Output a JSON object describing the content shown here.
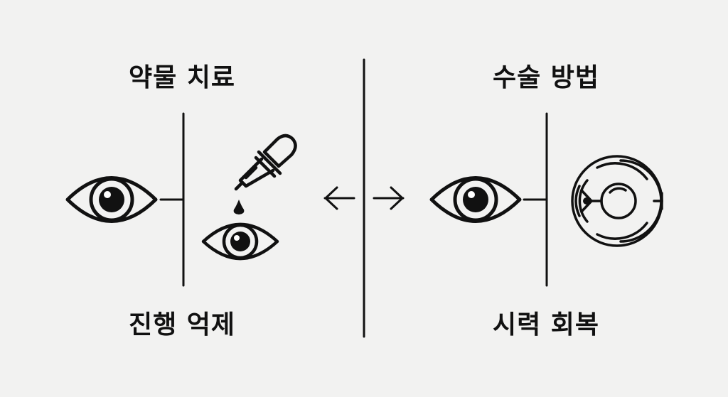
{
  "left": {
    "heading": "약물 치료",
    "result": "진행 억제",
    "icons": [
      "eye-icon",
      "eye-dropper-icon",
      "drop-icon",
      "eye-icon"
    ]
  },
  "right": {
    "heading": "수술 방법",
    "result": "시력 회복",
    "icons": [
      "eye-icon",
      "eyeball-cross-section-icon"
    ]
  },
  "center": {
    "icons": [
      "arrow-left-icon",
      "arrow-right-icon"
    ]
  },
  "colors": {
    "background": "#f2f2f1",
    "ink": "#111111"
  }
}
